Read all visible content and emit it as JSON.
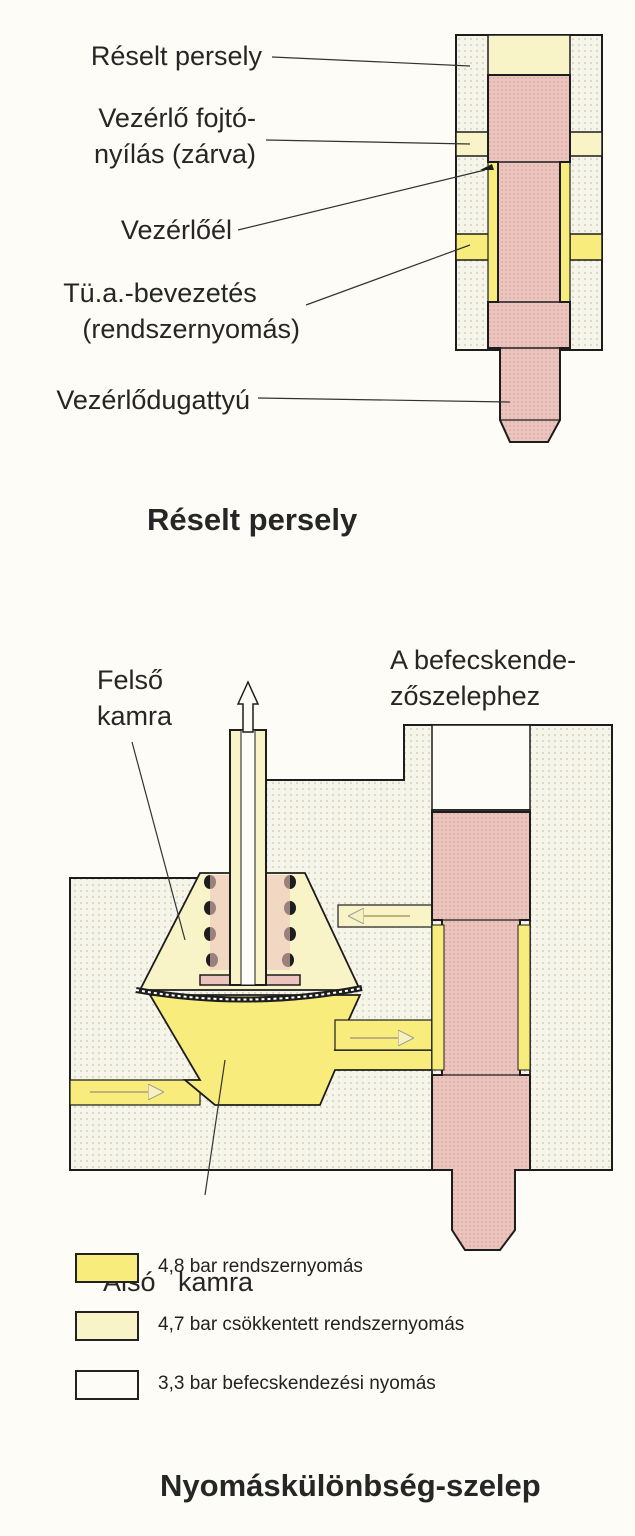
{
  "top_section": {
    "labels": [
      {
        "id": "reselt-persely",
        "lines": [
          "Réselt persely"
        ]
      },
      {
        "id": "vezerlo-fojto",
        "lines": [
          "Vezérlő fojtó-",
          "nyílás (zárva)"
        ]
      },
      {
        "id": "vezerloel",
        "lines": [
          "Vezérlőél"
        ]
      },
      {
        "id": "tua-bevezetes",
        "lines": [
          "Tü.a.-bevezetés",
          "(rendszernyomás)"
        ]
      },
      {
        "id": "vezerlodugattyu",
        "lines": [
          "Vezérlődugattyú"
        ]
      }
    ],
    "title": "Réselt persely"
  },
  "bottom_section": {
    "labels": [
      {
        "id": "felso-kamra",
        "lines": [
          "Felső",
          "kamra"
        ]
      },
      {
        "id": "befecskendezo",
        "lines": [
          "A befecskende-",
          "zőszelephez"
        ]
      },
      {
        "id": "also-kamra",
        "lines": [
          "Alsó   kamra"
        ]
      }
    ]
  },
  "legend": [
    {
      "id": "legend-48",
      "color": "#f8ec7c",
      "text": "4,8 bar rendszernyomás"
    },
    {
      "id": "legend-47",
      "color": "#f9f3c8",
      "text": "4,7 bar csökkentett rendszernyomás"
    },
    {
      "id": "legend-33",
      "color": "#fdfcf6",
      "text": "3,3 bar befecskendezési nyomás"
    }
  ],
  "bottom_title": "Nyomáskülönbség-szelep",
  "colors": {
    "high": "#f8ec7c",
    "reduced": "#f9f3c8",
    "low": "#fdfcf6",
    "piston": "#ecc4be",
    "body_dots": "#eeecdc",
    "outline": "#1d1d1d"
  }
}
